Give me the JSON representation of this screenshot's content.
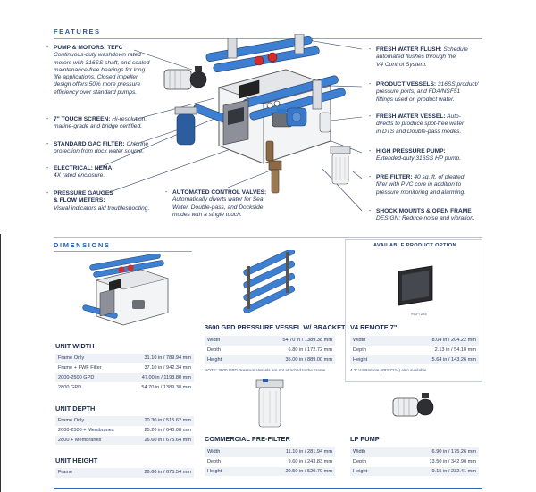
{
  "features": {
    "title": "FEATURES",
    "left": [
      {
        "title": "PUMP & MOTORS: TEFC",
        "lines": [
          "Continuous-duty washdown rated",
          "motors with 316SS shaft, and sealed",
          "maintenance-free bearings for long",
          "life applications. Closed impeller",
          "design offers 50% more pressure",
          "efficiency over standard pumps."
        ]
      },
      {
        "title": "7\" TOUCH SCREEN:",
        "inline": " Hi-resolution,",
        "lines": [
          "marine-grade and bridge certified."
        ]
      },
      {
        "title": "STANDARD GAC FILTER:",
        "inline": " Chlorine",
        "lines": [
          "protection from dock water source."
        ]
      },
      {
        "title": "ELECTRICAL: NEMA",
        "lines": [
          "4X rated enclosure."
        ]
      },
      {
        "title": "PRESSURE GAUGES",
        "lines": [
          "& FLOW METERS:",
          "Visual indicators aid troubleshooting."
        ]
      }
    ],
    "center": {
      "title": "AUTOMATED CONTROL VALVES:",
      "lines": [
        "Automatically diverts water for Sea",
        "Water, Double-pass, and Dockside",
        "modes with a single touch."
      ]
    },
    "right": [
      {
        "title": "FRESH WATER FLUSH:",
        "inline": " Schedule",
        "lines": [
          "automated flushes through the",
          "V4 Control System."
        ]
      },
      {
        "title": "PRODUCT VESSELS:",
        "inline": " 316SS product/",
        "lines": [
          "pressure ports, and FDA/NSF51",
          "fittings used on product water."
        ]
      },
      {
        "title": "FRESH WATER VESSEL:",
        "inline": " Auto-",
        "lines": [
          "directs to produce spot-free water",
          "in DTS and Double-pass modes."
        ]
      },
      {
        "title": "HIGH PRESSURE PUMP:",
        "lines": [
          "Extended-duty 316SS HP pump."
        ]
      },
      {
        "title": "PRE-FILTER:",
        "inline": " 40 sq. ft. of pleated",
        "lines": [
          "filter with PVC core in addition to",
          "pressure monitoring and alarming."
        ]
      },
      {
        "title": "SHOCK MOUNTS & OPEN FRAME",
        "lines": [
          "DESIGN: Reduce noise and vibration."
        ]
      }
    ]
  },
  "dimensions": {
    "title": "DIMENSIONS",
    "unit_width": {
      "title": "UNIT WIDTH",
      "rows": [
        [
          "Frame Only",
          "31.10 in / 789.94 mm"
        ],
        [
          "Frame + FWF Filter",
          "37.10 in / 942.34 mm"
        ],
        [
          "2000-2500 GPD",
          "47.00 in / 1193.80 mm"
        ],
        [
          "2800 GPD",
          "54.70 in / 1389.38 mm"
        ]
      ]
    },
    "unit_depth": {
      "title": "UNIT DEPTH",
      "rows": [
        [
          "Frame Only",
          "20.30 in / 515.62 mm"
        ],
        [
          "2000-2500 + Membranes",
          "25.20 in / 640.08 mm"
        ],
        [
          "2800 + Membranes",
          "26.60 in / 675.64 mm"
        ]
      ]
    },
    "unit_height": {
      "title": "UNIT HEIGHT",
      "rows": [
        [
          "Frame",
          "26.60 in / 675.54 mm"
        ]
      ]
    },
    "vessel": {
      "title": "3600 GPD PRESSURE VESSEL W/ BRACKET",
      "rows": [
        [
          "Width",
          "54.70 in / 1389.38 mm"
        ],
        [
          "Depth",
          "6.80 in / 172.72 mm"
        ],
        [
          "Height",
          "35.00 in / 889.00 mm"
        ]
      ],
      "note": "NOTE: 3600 GPD Pressure Vessels are not attached to the Frame."
    },
    "prefilter": {
      "title": "COMMERCIAL PRE-FILTER",
      "rows": [
        [
          "Width",
          "11.10 in / 281.94 mm"
        ],
        [
          "Depth",
          "9.60 in / 243.83 mm"
        ],
        [
          "Height",
          "20.50 in / 520.70 mm"
        ]
      ]
    },
    "available": {
      "title": "AVAILABLE PRODUCT OPTION",
      "part": "#93-7225"
    },
    "remote": {
      "title": "V4 REMOTE 7\"",
      "rows": [
        [
          "Width",
          "8.04 in / 204.22 mm"
        ],
        [
          "Depth",
          "2.13 in / 54.10 mm"
        ],
        [
          "Height",
          "5.64 in / 143.26 mm"
        ]
      ],
      "note": "4.3\" V4 Remote (#93-7224) also available."
    },
    "lp_pump": {
      "title": "LP PUMP",
      "rows": [
        [
          "Width",
          "6.90 in / 175.26 mm"
        ],
        [
          "Depth",
          "13.50 in / 342.90 mm"
        ],
        [
          "Height",
          "9.15 in / 232.41 mm"
        ]
      ]
    }
  }
}
